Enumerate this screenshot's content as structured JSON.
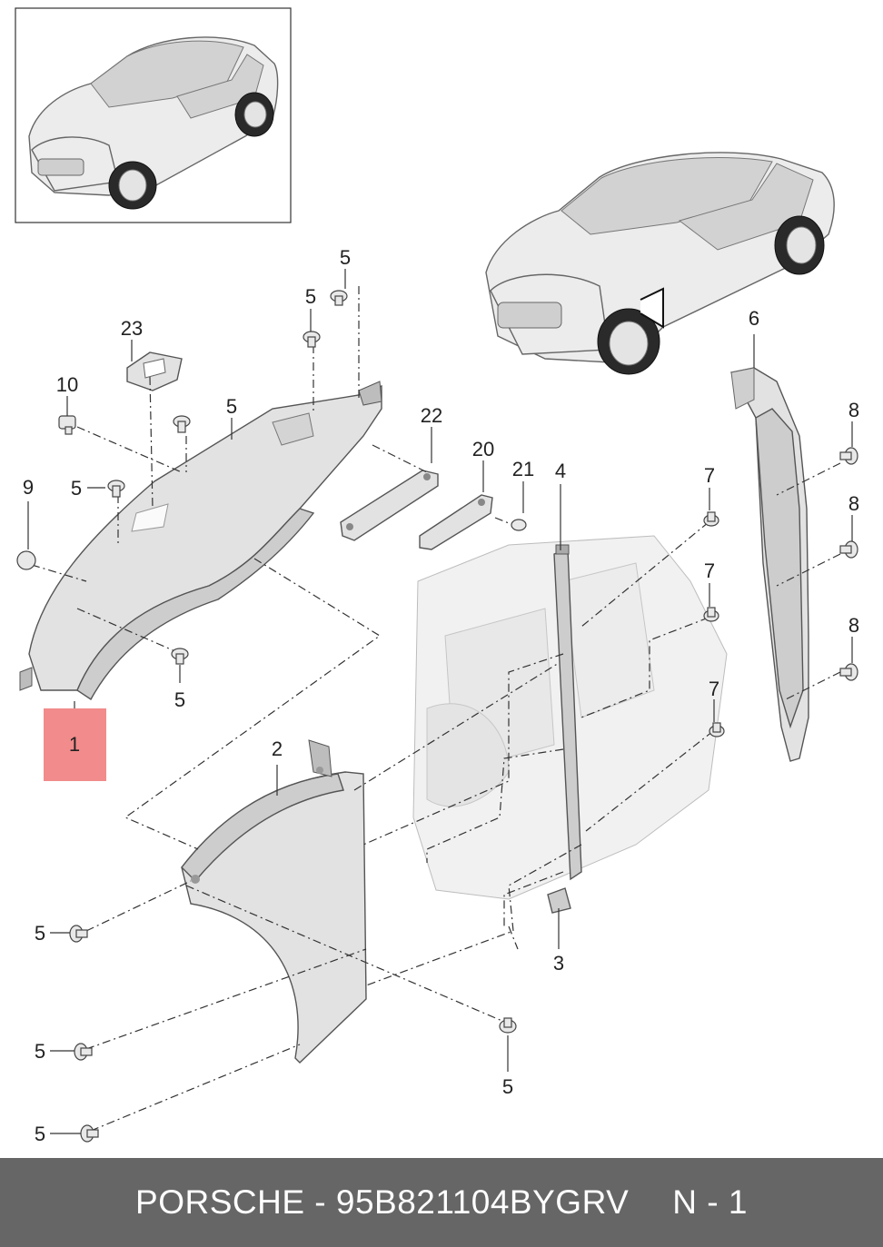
{
  "callouts": {
    "c1": "1",
    "c2": "2",
    "c3": "3",
    "c4": "4",
    "c5": "5",
    "c6": "6",
    "c7": "7",
    "c8": "8",
    "c9": "9",
    "c10": "10",
    "c20": "20",
    "c21": "21",
    "c22": "22",
    "c23": "23"
  },
  "highlight_color": "#f28b8b",
  "footer": {
    "part_text": "PORSCHE - 95B821104BYGRV",
    "page_text": "N - 1"
  }
}
